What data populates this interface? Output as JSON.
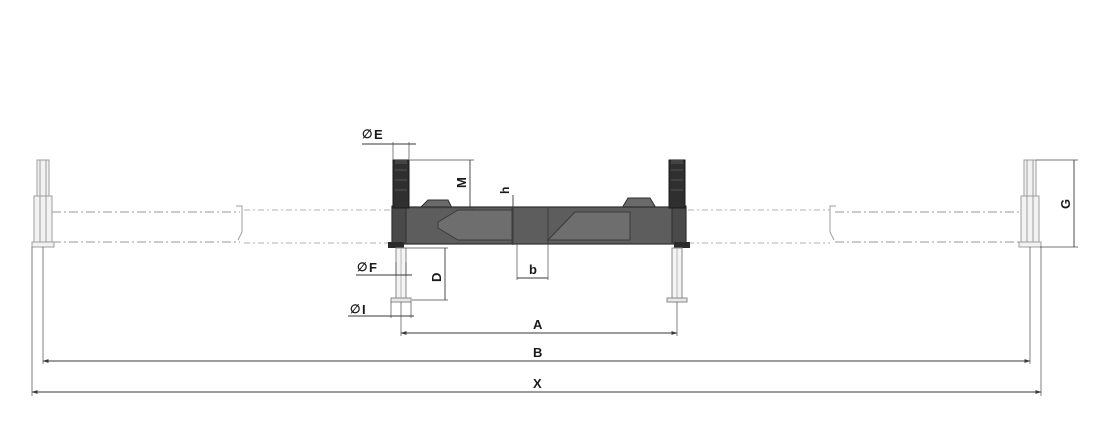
{
  "labels": {
    "dia_e": "E",
    "dia_f": "F",
    "dia_i": "I",
    "m": "M",
    "h": "h",
    "d": "D",
    "b_small": "b",
    "g": "G",
    "a": "A",
    "b": "B",
    "x": "X"
  },
  "symbols": {
    "diameter": "∅"
  },
  "colors": {
    "body_dark": "#5a5a5a",
    "body_mid": "#6e6e6e",
    "body_edge": "#2e2e2e",
    "feet_dark": "#2b2b2b",
    "outline_light": "#9d9d9d",
    "dimension": "#3a3a3a"
  }
}
